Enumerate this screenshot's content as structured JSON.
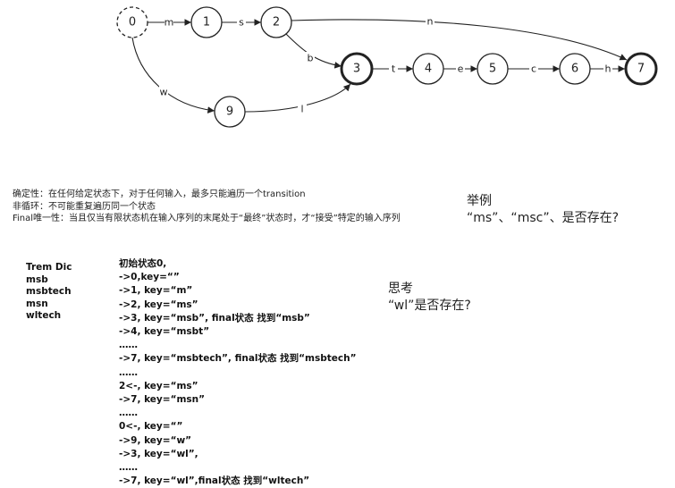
{
  "diagram": {
    "nodes": [
      {
        "id": "0",
        "label": "0",
        "start": true,
        "final": false
      },
      {
        "id": "1",
        "label": "1",
        "start": false,
        "final": false
      },
      {
        "id": "2",
        "label": "2",
        "start": false,
        "final": false
      },
      {
        "id": "3",
        "label": "3",
        "start": false,
        "final": true
      },
      {
        "id": "4",
        "label": "4",
        "start": false,
        "final": false
      },
      {
        "id": "5",
        "label": "5",
        "start": false,
        "final": false
      },
      {
        "id": "6",
        "label": "6",
        "start": false,
        "final": false
      },
      {
        "id": "7",
        "label": "7",
        "start": false,
        "final": true
      },
      {
        "id": "9",
        "label": "9",
        "start": false,
        "final": false
      }
    ],
    "edges": [
      {
        "from": "0",
        "to": "1",
        "label": "m"
      },
      {
        "from": "1",
        "to": "2",
        "label": "s"
      },
      {
        "from": "2",
        "to": "7",
        "label": "n"
      },
      {
        "from": "2",
        "to": "3",
        "label": "b"
      },
      {
        "from": "3",
        "to": "4",
        "label": "t"
      },
      {
        "from": "4",
        "to": "5",
        "label": "e"
      },
      {
        "from": "5",
        "to": "6",
        "label": "c"
      },
      {
        "from": "6",
        "to": "7",
        "label": "h"
      },
      {
        "from": "0",
        "to": "9",
        "label": "w"
      },
      {
        "from": "9",
        "to": "3",
        "label": "l"
      }
    ]
  },
  "notes": [
    "确定性：在任何给定状态下，对于任何输入，最多只能遍历一个transition",
    "非循环：不可能重复遍历同一个状态",
    "Final唯一性：当且仅当有限状态机在输入序列的末尾处于“最终”状态时，才“接受”特定的输入序列"
  ],
  "example": {
    "title": "举例",
    "question": "“ms”、“msc”、是否存在?"
  },
  "think": {
    "title": "思考",
    "question": "“wl”是否存在?"
  },
  "dictionary": {
    "title": "Trem Dic",
    "words": [
      "msb",
      "msbtech",
      "msn",
      "wltech"
    ]
  },
  "trace": [
    "初始状态0,",
    "->0,key=“”",
    "->1, key=“m”",
    "->2, key=“ms”",
    "->3, key=“msb”, final状态 找到“msb”",
    "->4, key=“msbt”",
    "……",
    "->7, key=“msbtech”, final状态 找到“msbtech”",
    "……",
    "2<-, key=“ms”",
    "->7, key=“msn”",
    "……",
    "0<-, key=“”",
    "->9, key=“w”",
    "->3, key=“wl”,",
    "……",
    "->7, key=“wl”,final状态 找到“wltech”"
  ]
}
